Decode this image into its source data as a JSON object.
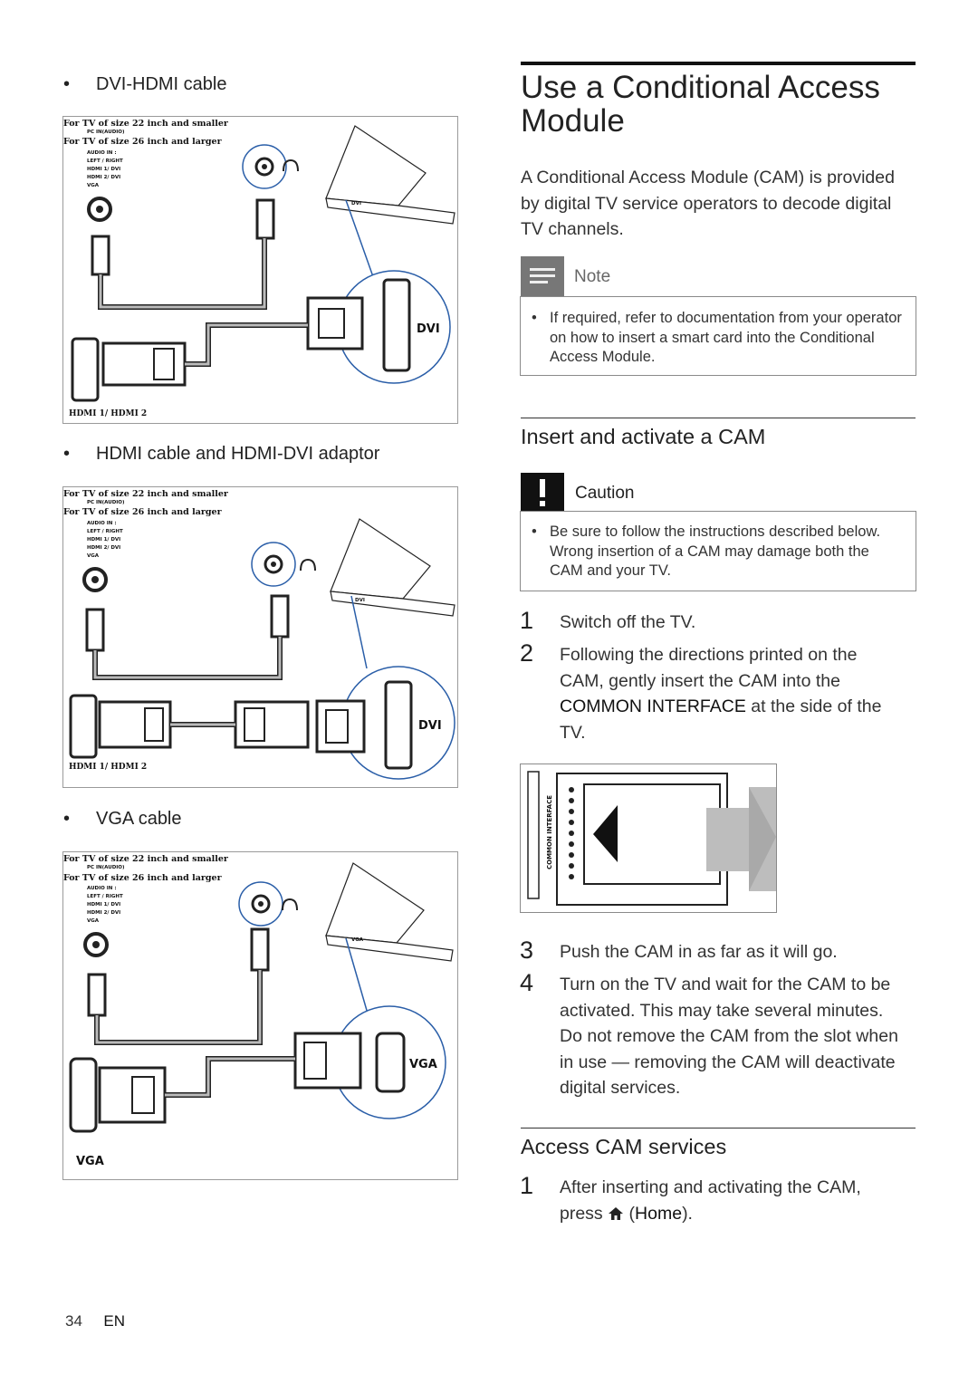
{
  "left": {
    "sections": [
      {
        "bullet": "•",
        "title": "DVI-HDMI cable",
        "tv_small": "For TV of size 22 inch and smaller",
        "tv_large": "For TV of size 26 inch and larger",
        "pc_audio": "PC IN(AUDIO)",
        "panel_lines": [
          "AUDIO IN :",
          "LEFT / RIGHT",
          "HDMI 1/ DVI",
          "HDMI 2/ DVI",
          "VGA"
        ],
        "port_label": "DVI",
        "bottom_label": "HDMI 1/ HDMI 2",
        "laptop_port": "DVI"
      },
      {
        "bullet": "•",
        "title": "HDMI cable and HDMI-DVI adaptor",
        "tv_small": "For TV of size 22 inch and smaller",
        "tv_large": "For TV of size 26 inch and larger",
        "pc_audio": "PC IN(AUDIO)",
        "panel_lines": [
          "AUDIO IN :",
          "LEFT / RIGHT",
          "HDMI 1/ DVI",
          "HDMI 2/ DVI",
          "VGA"
        ],
        "port_label": "DVI",
        "bottom_label": "HDMI 1/ HDMI 2",
        "laptop_port": "DVI"
      },
      {
        "bullet": "•",
        "title": "VGA cable",
        "tv_small": "For TV of size 22 inch and smaller",
        "tv_large": "For TV of size 26 inch and larger",
        "pc_audio": "PC IN(AUDIO)",
        "panel_lines": [
          "AUDIO IN :",
          "LEFT / RIGHT",
          "HDMI 1/ DVI",
          "HDMI 2/ DVI",
          "VGA"
        ],
        "port_label": "VGA",
        "bottom_label": "VGA",
        "laptop_port": "VGA"
      }
    ]
  },
  "right": {
    "title_line1": "Use a Conditional Access",
    "title_line2": "Module",
    "intro": "A Conditional Access Module (CAM) is provided by digital TV service operators to decode digital TV channels.",
    "note": {
      "label": "Note",
      "bullet": "•",
      "text": "If required, refer to documentation from your operator on how to insert a smart card into the Conditional Access Module."
    },
    "insert": {
      "heading": "Insert and activate a CAM",
      "caution_label": "Caution",
      "caution_bullet": "•",
      "caution_text": "Be sure to follow the instructions described below. Wrong insertion of a CAM may damage both the CAM and your TV.",
      "steps": [
        {
          "num": "1",
          "text": "Switch off the TV."
        },
        {
          "num": "2",
          "text_pre": "Following the directions printed on the CAM, gently insert the CAM into the ",
          "text_em": "COMMON INTERFACE",
          "text_post": " at the side of the TV."
        },
        {
          "num": "3",
          "text": "Push the CAM in as far as it will go."
        },
        {
          "num": "4",
          "text": "Turn on the TV and wait for the CAM to be activated. This may take several minutes. Do not remove the CAM from the slot when in use — removing the CAM will deactivate digital services."
        }
      ],
      "slot_label": "COMMON INTERFACE"
    },
    "access": {
      "heading": "Access CAM services",
      "step_num": "1",
      "step_pre": "After inserting and activating the CAM, press ",
      "home_icon": "home-icon",
      "step_em": "Home",
      "step_open": " (",
      "step_close": ")."
    }
  },
  "footer": {
    "page": "34",
    "lang": "EN"
  }
}
